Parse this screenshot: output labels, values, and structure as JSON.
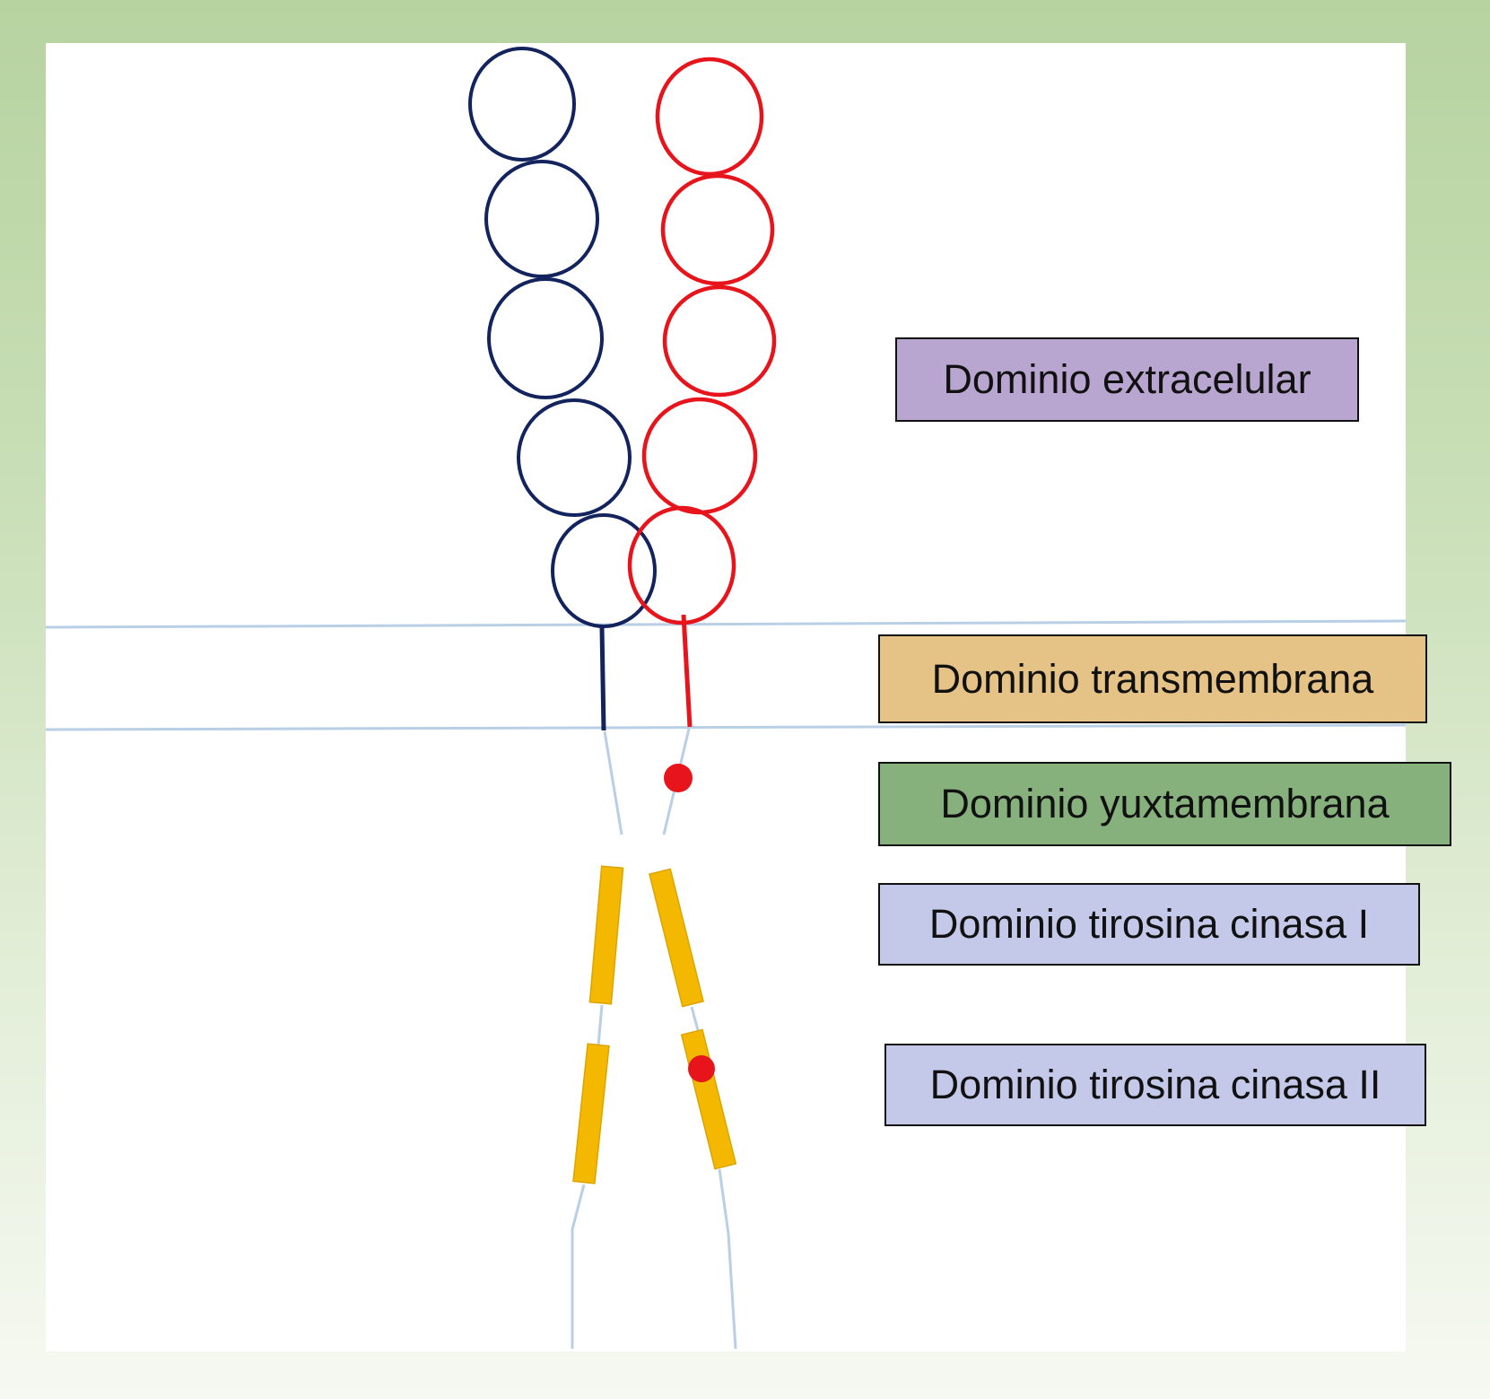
{
  "labels": {
    "extracellular": "Dominio extracelular",
    "transmembrane": "Dominio transmembrana",
    "juxtamembrane": "Dominio yuxtamembrana",
    "tk1": "Dominio tirosina cinasa I",
    "tk2": "Dominio tirosina cinasa II"
  },
  "colors": {
    "background_top": "#b7d3a0",
    "panel": "#ffffff",
    "receptor_a": "#13235e",
    "receptor_b": "#e8141b",
    "membrane_line": "#b9cfe6",
    "kinase_block": "#f5b800",
    "phospho_dot": "#e8141b",
    "extracellular_box": "#b8a6d0",
    "transmembrane_box": "#e5c285",
    "juxtamembrane_box": "#86b07c",
    "tyrosine_kinase_box": "#c4c9ea"
  },
  "icons": {
    "phosphorylation": "red-dot"
  }
}
